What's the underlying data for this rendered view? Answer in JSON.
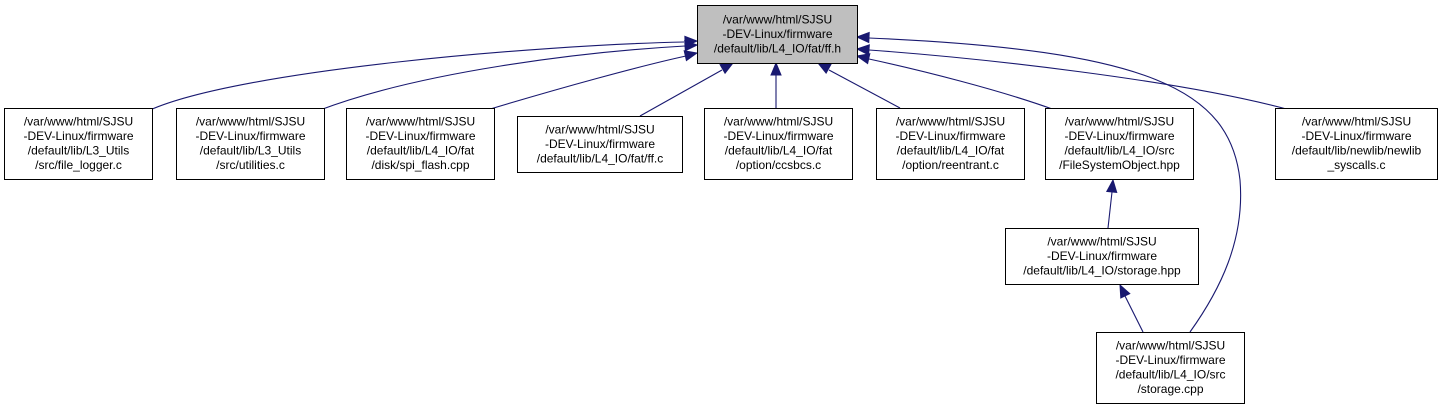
{
  "colors": {
    "edge": "#191970",
    "root_fill": "#bfbfbf",
    "node_fill": "#ffffff",
    "node_border": "#000000"
  },
  "nodes": [
    {
      "id": "ff_h",
      "root": true,
      "lines": [
        "/var/www/html/SJSU",
        "-DEV-Linux/firmware",
        "/default/lib/L4_IO/fat/ff.h"
      ]
    },
    {
      "id": "file_logger_c",
      "lines": [
        "/var/www/html/SJSU",
        "-DEV-Linux/firmware",
        "/default/lib/L3_Utils",
        "/src/file_logger.c"
      ]
    },
    {
      "id": "utilities_c",
      "lines": [
        "/var/www/html/SJSU",
        "-DEV-Linux/firmware",
        "/default/lib/L3_Utils",
        "/src/utilities.c"
      ]
    },
    {
      "id": "spi_flash_cpp",
      "lines": [
        "/var/www/html/SJSU",
        "-DEV-Linux/firmware",
        "/default/lib/L4_IO/fat",
        "/disk/spi_flash.cpp"
      ]
    },
    {
      "id": "ff_c",
      "lines": [
        "/var/www/html/SJSU",
        "-DEV-Linux/firmware",
        "/default/lib/L4_IO/fat/ff.c"
      ]
    },
    {
      "id": "ccsbcs_c",
      "lines": [
        "/var/www/html/SJSU",
        "-DEV-Linux/firmware",
        "/default/lib/L4_IO/fat",
        "/option/ccsbcs.c"
      ]
    },
    {
      "id": "reentrant_c",
      "lines": [
        "/var/www/html/SJSU",
        "-DEV-Linux/firmware",
        "/default/lib/L4_IO/fat",
        "/option/reentrant.c"
      ]
    },
    {
      "id": "filesystemobject_hpp",
      "lines": [
        "/var/www/html/SJSU",
        "-DEV-Linux/firmware",
        "/default/lib/L4_IO/src",
        "/FileSystemObject.hpp"
      ]
    },
    {
      "id": "newlib_syscalls_c",
      "lines": [
        "/var/www/html/SJSU",
        "-DEV-Linux/firmware",
        "/default/lib/newlib/newlib",
        "_syscalls.c"
      ]
    },
    {
      "id": "storage_hpp",
      "lines": [
        "/var/www/html/SJSU",
        "-DEV-Linux/firmware",
        "/default/lib/L4_IO/storage.hpp"
      ]
    },
    {
      "id": "storage_cpp",
      "lines": [
        "/var/www/html/SJSU",
        "-DEV-Linux/firmware",
        "/default/lib/L4_IO/src",
        "/storage.cpp"
      ]
    }
  ],
  "edges": [
    {
      "from": "file_logger_c",
      "to": "ff_h"
    },
    {
      "from": "utilities_c",
      "to": "ff_h"
    },
    {
      "from": "spi_flash_cpp",
      "to": "ff_h"
    },
    {
      "from": "ff_c",
      "to": "ff_h"
    },
    {
      "from": "ccsbcs_c",
      "to": "ff_h"
    },
    {
      "from": "reentrant_c",
      "to": "ff_h"
    },
    {
      "from": "filesystemobject_hpp",
      "to": "ff_h"
    },
    {
      "from": "newlib_syscalls_c",
      "to": "ff_h"
    },
    {
      "from": "storage_cpp",
      "to": "ff_h"
    },
    {
      "from": "storage_hpp",
      "to": "filesystemobject_hpp"
    },
    {
      "from": "storage_cpp",
      "to": "storage_hpp"
    }
  ]
}
